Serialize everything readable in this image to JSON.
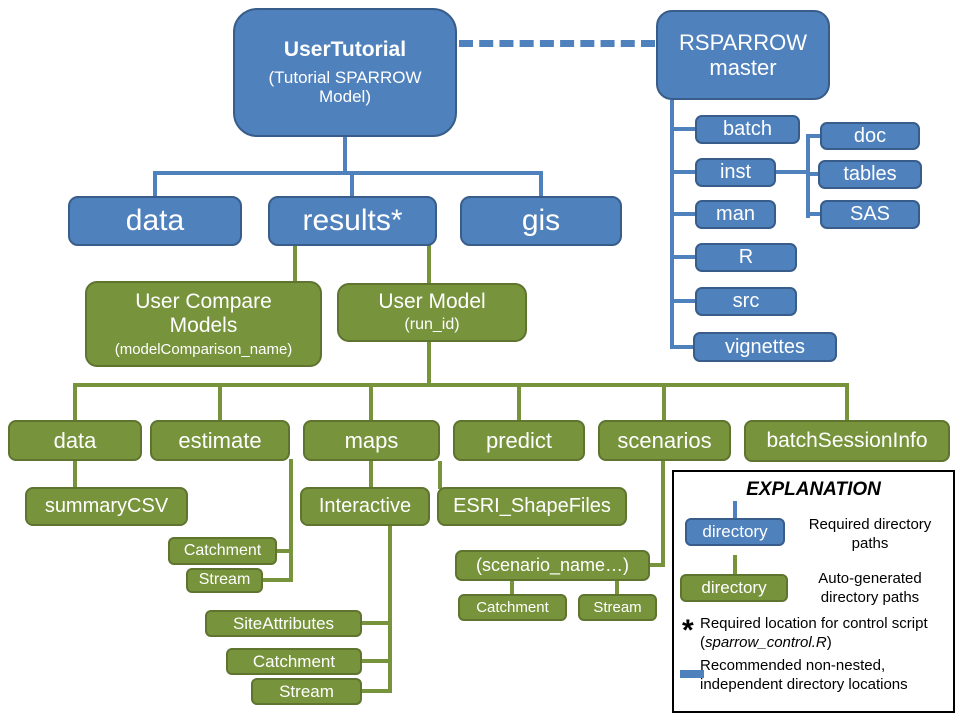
{
  "colors": {
    "blue": "#4f81bd",
    "blue_border": "#385d8a",
    "green": "#77933c",
    "green_border": "#5e742f"
  },
  "user_tutorial": {
    "title": "UserTutorial",
    "subtitle": "(Tutorial SPARROW Model)"
  },
  "rsparrow": {
    "title": "RSPARROW master",
    "children": [
      "batch",
      "inst",
      "man",
      "R",
      "src",
      "vignettes"
    ],
    "inst_children": [
      "doc",
      "tables",
      "SAS"
    ]
  },
  "level1": [
    "data",
    "results*",
    "gis"
  ],
  "user_compare": {
    "title": "User Compare Models",
    "subtitle": "(modelComparison_name)"
  },
  "user_model": {
    "title": "User Model",
    "subtitle": "(run_id)"
  },
  "model_children": [
    "data",
    "estimate",
    "maps",
    "predict",
    "scenarios",
    "batchSessionInfo"
  ],
  "data_children": [
    "summaryCSV"
  ],
  "estimate_children": [
    "Catchment",
    "Stream"
  ],
  "maps_children": [
    "Interactive",
    "ESRI_ShapeFiles"
  ],
  "interactive_children": [
    "SiteAttributes",
    "Catchment",
    "Stream"
  ],
  "scenarios_child": {
    "title": "(scenario_name…)",
    "children": [
      "Catchment",
      "Stream"
    ]
  },
  "legend": {
    "title": "EXPLANATION",
    "required": {
      "label": "directory",
      "desc": "Required directory paths"
    },
    "auto": {
      "label": "directory",
      "desc": "Auto-generated directory paths"
    },
    "star": {
      "symbol": "*",
      "text_before": "Required location for control script (",
      "italic": "sparrow_control.R",
      "text_after": ")"
    },
    "dotted": {
      "desc": "Recommended non-nested, independent directory locations"
    }
  }
}
